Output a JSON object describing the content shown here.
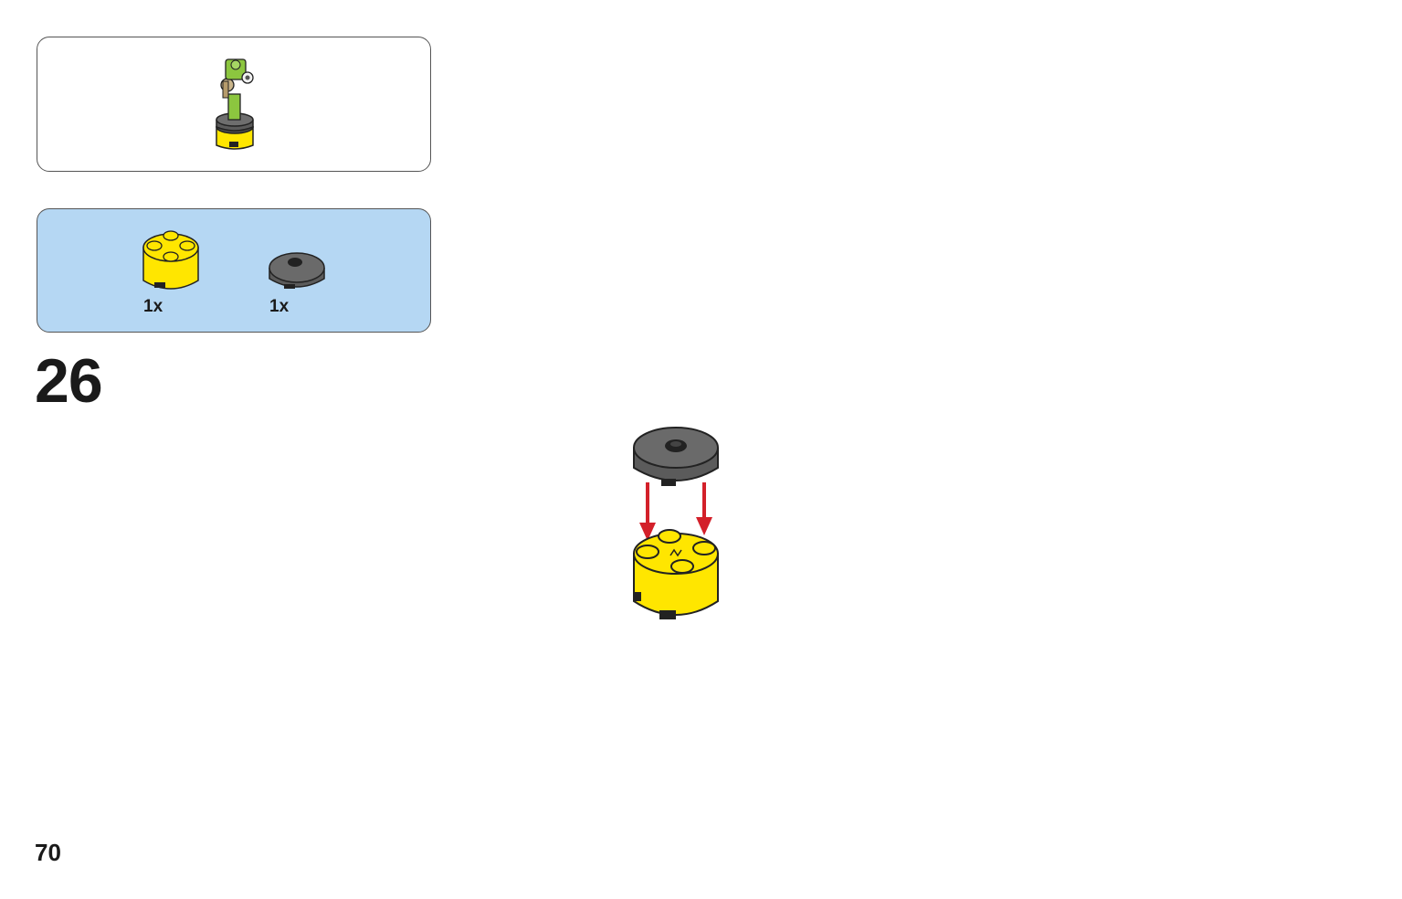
{
  "preview": {
    "icon": "submodel-preview-icon"
  },
  "parts": [
    {
      "icon": "yellow-round-brick-2x2-icon",
      "quantity": "1x",
      "color": "#ffe600"
    },
    {
      "icon": "dark-gray-round-tile-2x2-icon",
      "quantity": "1x",
      "color": "#5b5b5b"
    }
  ],
  "step": {
    "number": "26"
  },
  "page": {
    "number": "70"
  },
  "colors": {
    "parts_background": "#b5d7f3",
    "arrow": "#d3202a",
    "brick_yellow": "#ffe600",
    "tile_gray": "#5b5b5b",
    "lime": "#8cc63f"
  }
}
